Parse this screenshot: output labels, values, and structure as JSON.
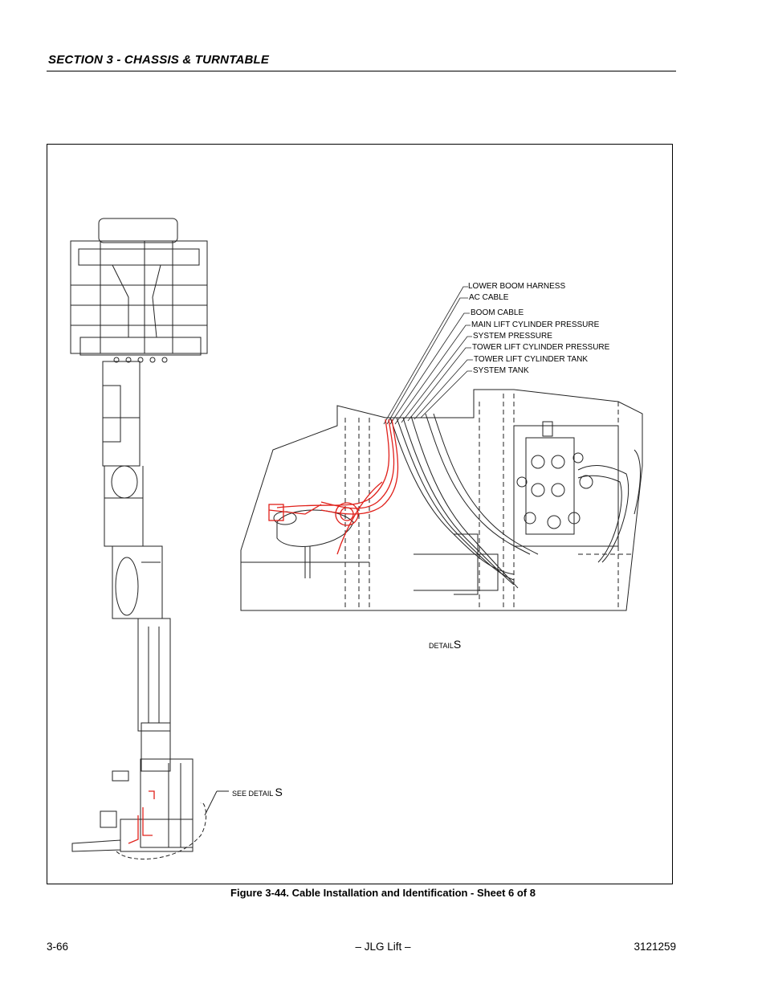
{
  "header": {
    "section_title": "SECTION 3 - CHASSIS & TURNTABLE"
  },
  "callouts": [
    "LOWER BOOM HARNESS",
    "AC CABLE",
    "BOOM CABLE",
    "MAIN LIFT CYLINDER PRESSURE",
    "SYSTEM PRESSURE",
    "TOWER LIFT CYLINDER PRESSURE",
    "TOWER LIFT CYLINDER TANK",
    "SYSTEM TANK"
  ],
  "detail_label": {
    "prefix": "DETAIL",
    "letter": "S"
  },
  "see_detail_label": {
    "prefix": "SEE DETAIL",
    "letter": "S"
  },
  "caption": "Figure 3-44.  Cable Installation and Identification - Sheet 6 of 8",
  "footer": {
    "page": "3-66",
    "center": "– JLG Lift –",
    "doc_number": "3121259"
  },
  "colors": {
    "harness_red": "#e0201a",
    "line": "#222222"
  }
}
